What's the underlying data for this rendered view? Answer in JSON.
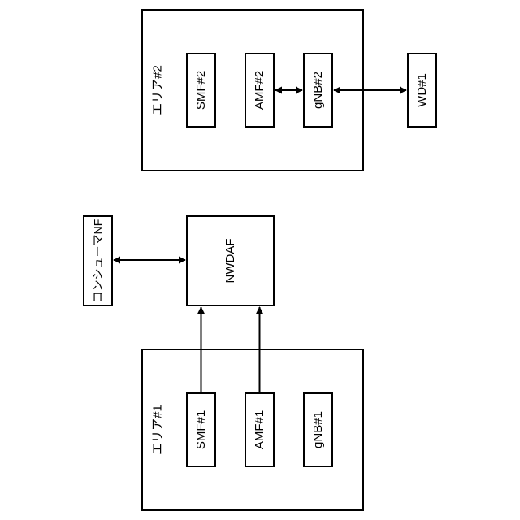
{
  "area2": {
    "label": "エリア#2",
    "nodes": {
      "smf": "SMF#2",
      "amf": "AMF#2",
      "gnb": "gNB#2"
    }
  },
  "wd": "WD#1",
  "consumer_nf": "コンシューマNF",
  "nwdaf": "NWDAF",
  "area1": {
    "label": "エリア#1",
    "nodes": {
      "smf": "SMF#1",
      "amf": "AMF#1",
      "gnb": "gNB#1"
    }
  }
}
